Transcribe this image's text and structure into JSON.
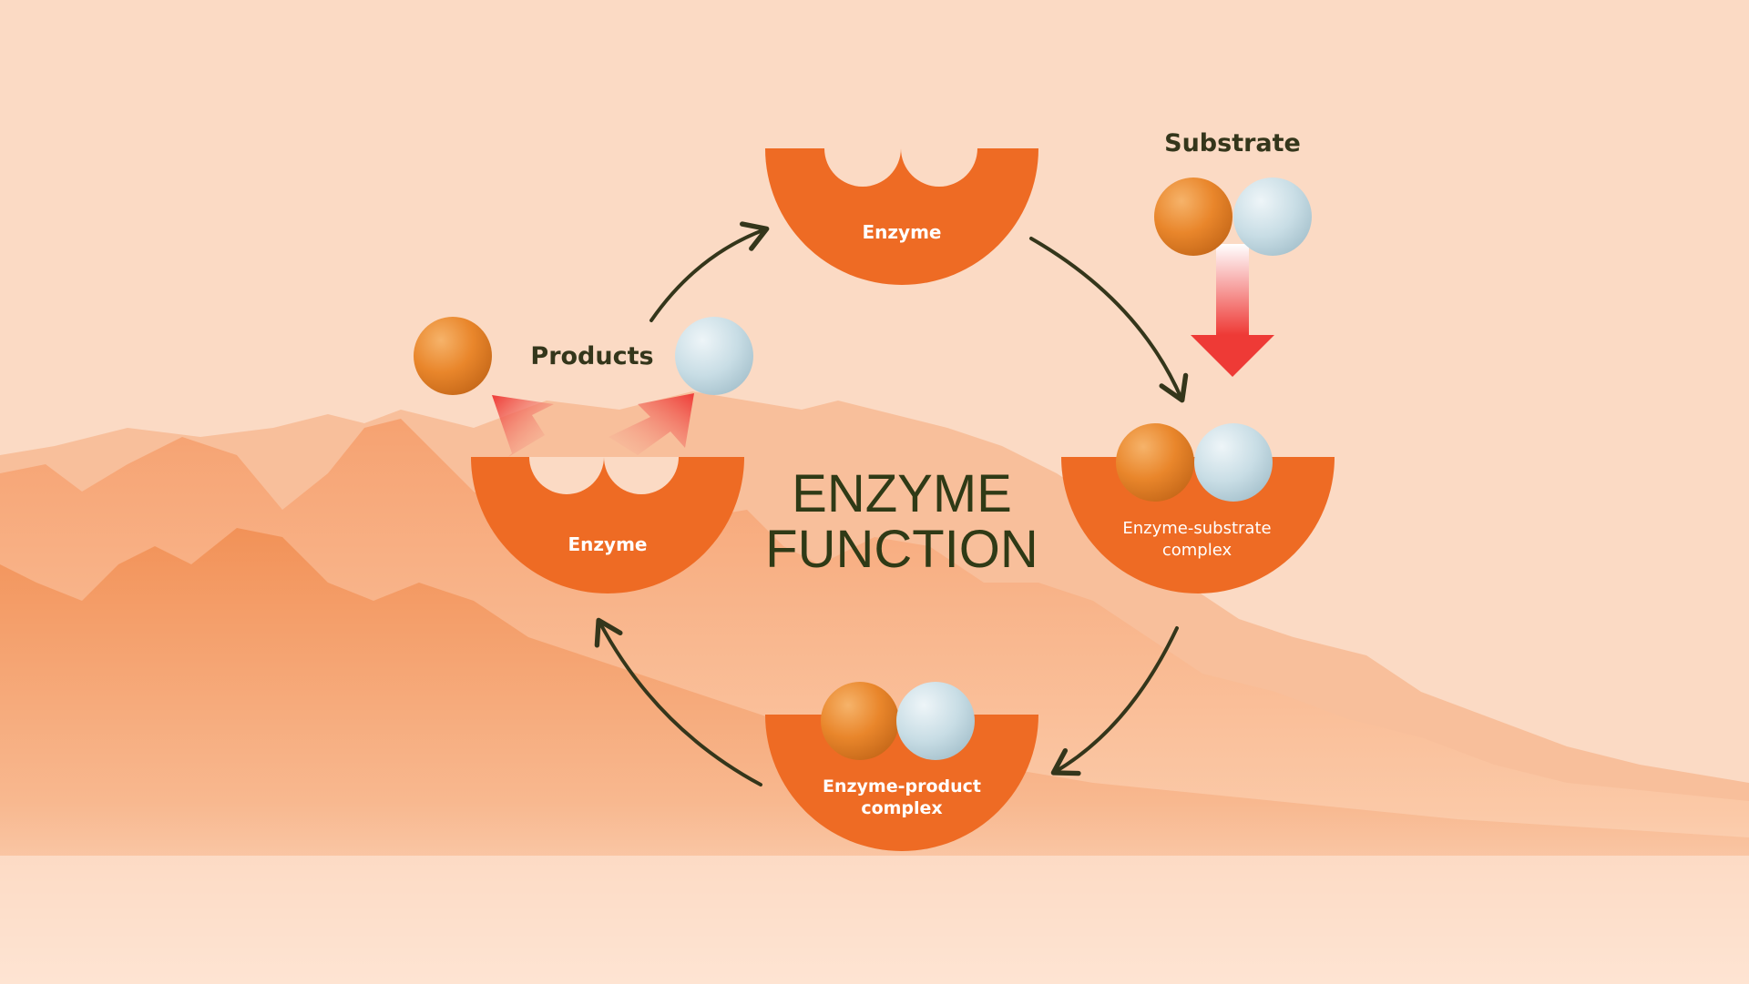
{
  "title": {
    "line1": "ENZYME",
    "line2": "FUNCTION"
  },
  "stages": {
    "enzyme_top": "Enzyme",
    "enzyme_left": "Enzyme",
    "complex_es_line1": "Enzyme-substrate",
    "complex_es_line2": "complex",
    "complex_ep_line1": "Enzyme-product",
    "complex_ep_line2": "complex"
  },
  "labels": {
    "substrate": "Substrate",
    "products": "Products"
  },
  "colors": {
    "background": "#fbdac4",
    "enzyme": "#ee6b24",
    "arrow": "#34361b",
    "text_dark": "#2f3a16",
    "molecule_orange": "#e8852b",
    "molecule_blue": "#c7dce4",
    "flow_arrow": "#ee3a36"
  }
}
